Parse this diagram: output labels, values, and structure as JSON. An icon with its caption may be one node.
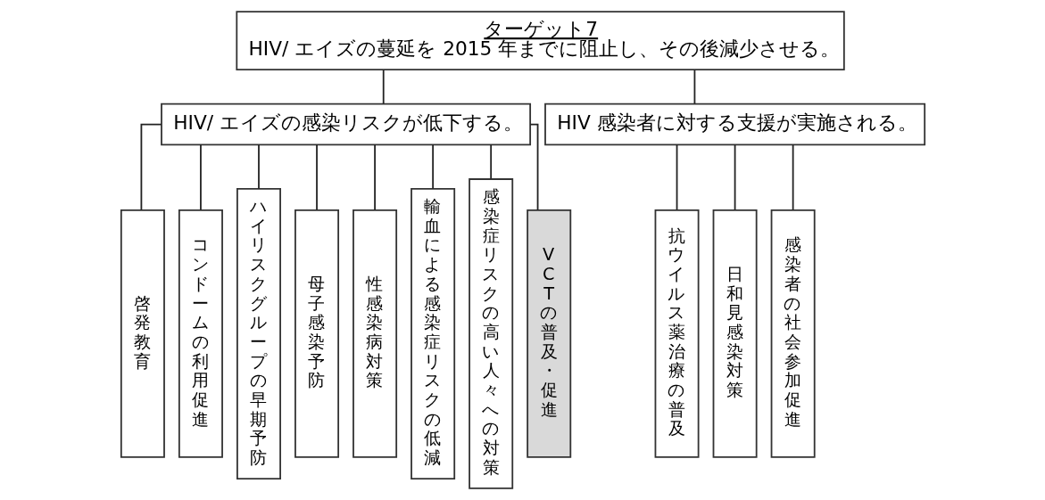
{
  "diagram": {
    "nodes": [
      {
        "text": [
          "ターゲット7",
          "HIV/ エイズの蔓延を 2015 年までに阻止し、その後減少させる。"
        ]
      },
      {
        "text": [
          "HIV/ エイズの感染リスクが低下する。"
        ]
      },
      {
        "text": [
          "HIV 感染者に対する支援が実施される。"
        ]
      },
      {
        "text": [
          "啓発教育"
        ]
      },
      {
        "text": [
          "コンドームの利用促進"
        ]
      },
      {
        "text": [
          "ハイリスクグループの早期予防"
        ]
      },
      {
        "text": [
          "母子感染予防"
        ]
      },
      {
        "text": [
          "性感染病対策"
        ]
      },
      {
        "text": [
          "輸血による感染症リスクの低減"
        ]
      },
      {
        "text": [
          "感染症リスクの高い人々への対策"
        ]
      },
      {
        "text": [
          "VCTの普及・促進"
        ]
      },
      {
        "text": [
          "抗ウイルス薬治療の普及"
        ]
      },
      {
        "text": [
          "日和見感染対策"
        ]
      },
      {
        "text": [
          "感染者の社会参加促進"
        ]
      }
    ],
    "edges": [
      {
        "from": 0,
        "to": 1,
        "arrow": "none"
      },
      {
        "from": 0,
        "to": 2,
        "arrow": "none"
      },
      {
        "from": 1,
        "to": 3,
        "arrow": "none"
      },
      {
        "from": 1,
        "to": 4,
        "arrow": "none"
      },
      {
        "from": 1,
        "to": 5,
        "arrow": "none"
      },
      {
        "from": 1,
        "to": 6,
        "arrow": "none"
      },
      {
        "from": 1,
        "to": 7,
        "arrow": "none"
      },
      {
        "from": 1,
        "to": 8,
        "arrow": "none"
      },
      {
        "from": 1,
        "to": 9,
        "arrow": "none"
      },
      {
        "from": 1,
        "to": 10,
        "arrow": "none"
      },
      {
        "from": 2,
        "to": 11,
        "arrow": "none"
      },
      {
        "from": 2,
        "to": 12,
        "arrow": "none"
      },
      {
        "from": 2,
        "to": 13,
        "arrow": "none"
      }
    ]
  }
}
